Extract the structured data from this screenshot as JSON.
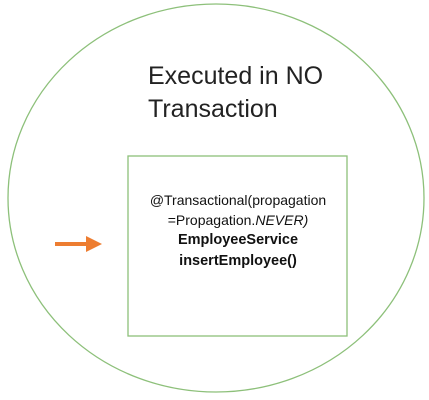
{
  "colors": {
    "circle_stroke": "#8dc07a",
    "box_stroke": "#8dc07a",
    "arrow": "#ed7d31",
    "text": "#111111"
  },
  "heading": {
    "line1": "Executed in NO",
    "line2": "Transaction"
  },
  "method_box": {
    "annotation_line1": "@Transactional(propagation",
    "annotation_line2_prefix": "=Propagation.",
    "annotation_line2_italic": "NEVER",
    "annotation_line2_suffix": ")",
    "class_name": "EmployeeService",
    "method_name": "insertEmployee()"
  },
  "icons": {
    "entry_arrow": "arrow-right-icon"
  }
}
